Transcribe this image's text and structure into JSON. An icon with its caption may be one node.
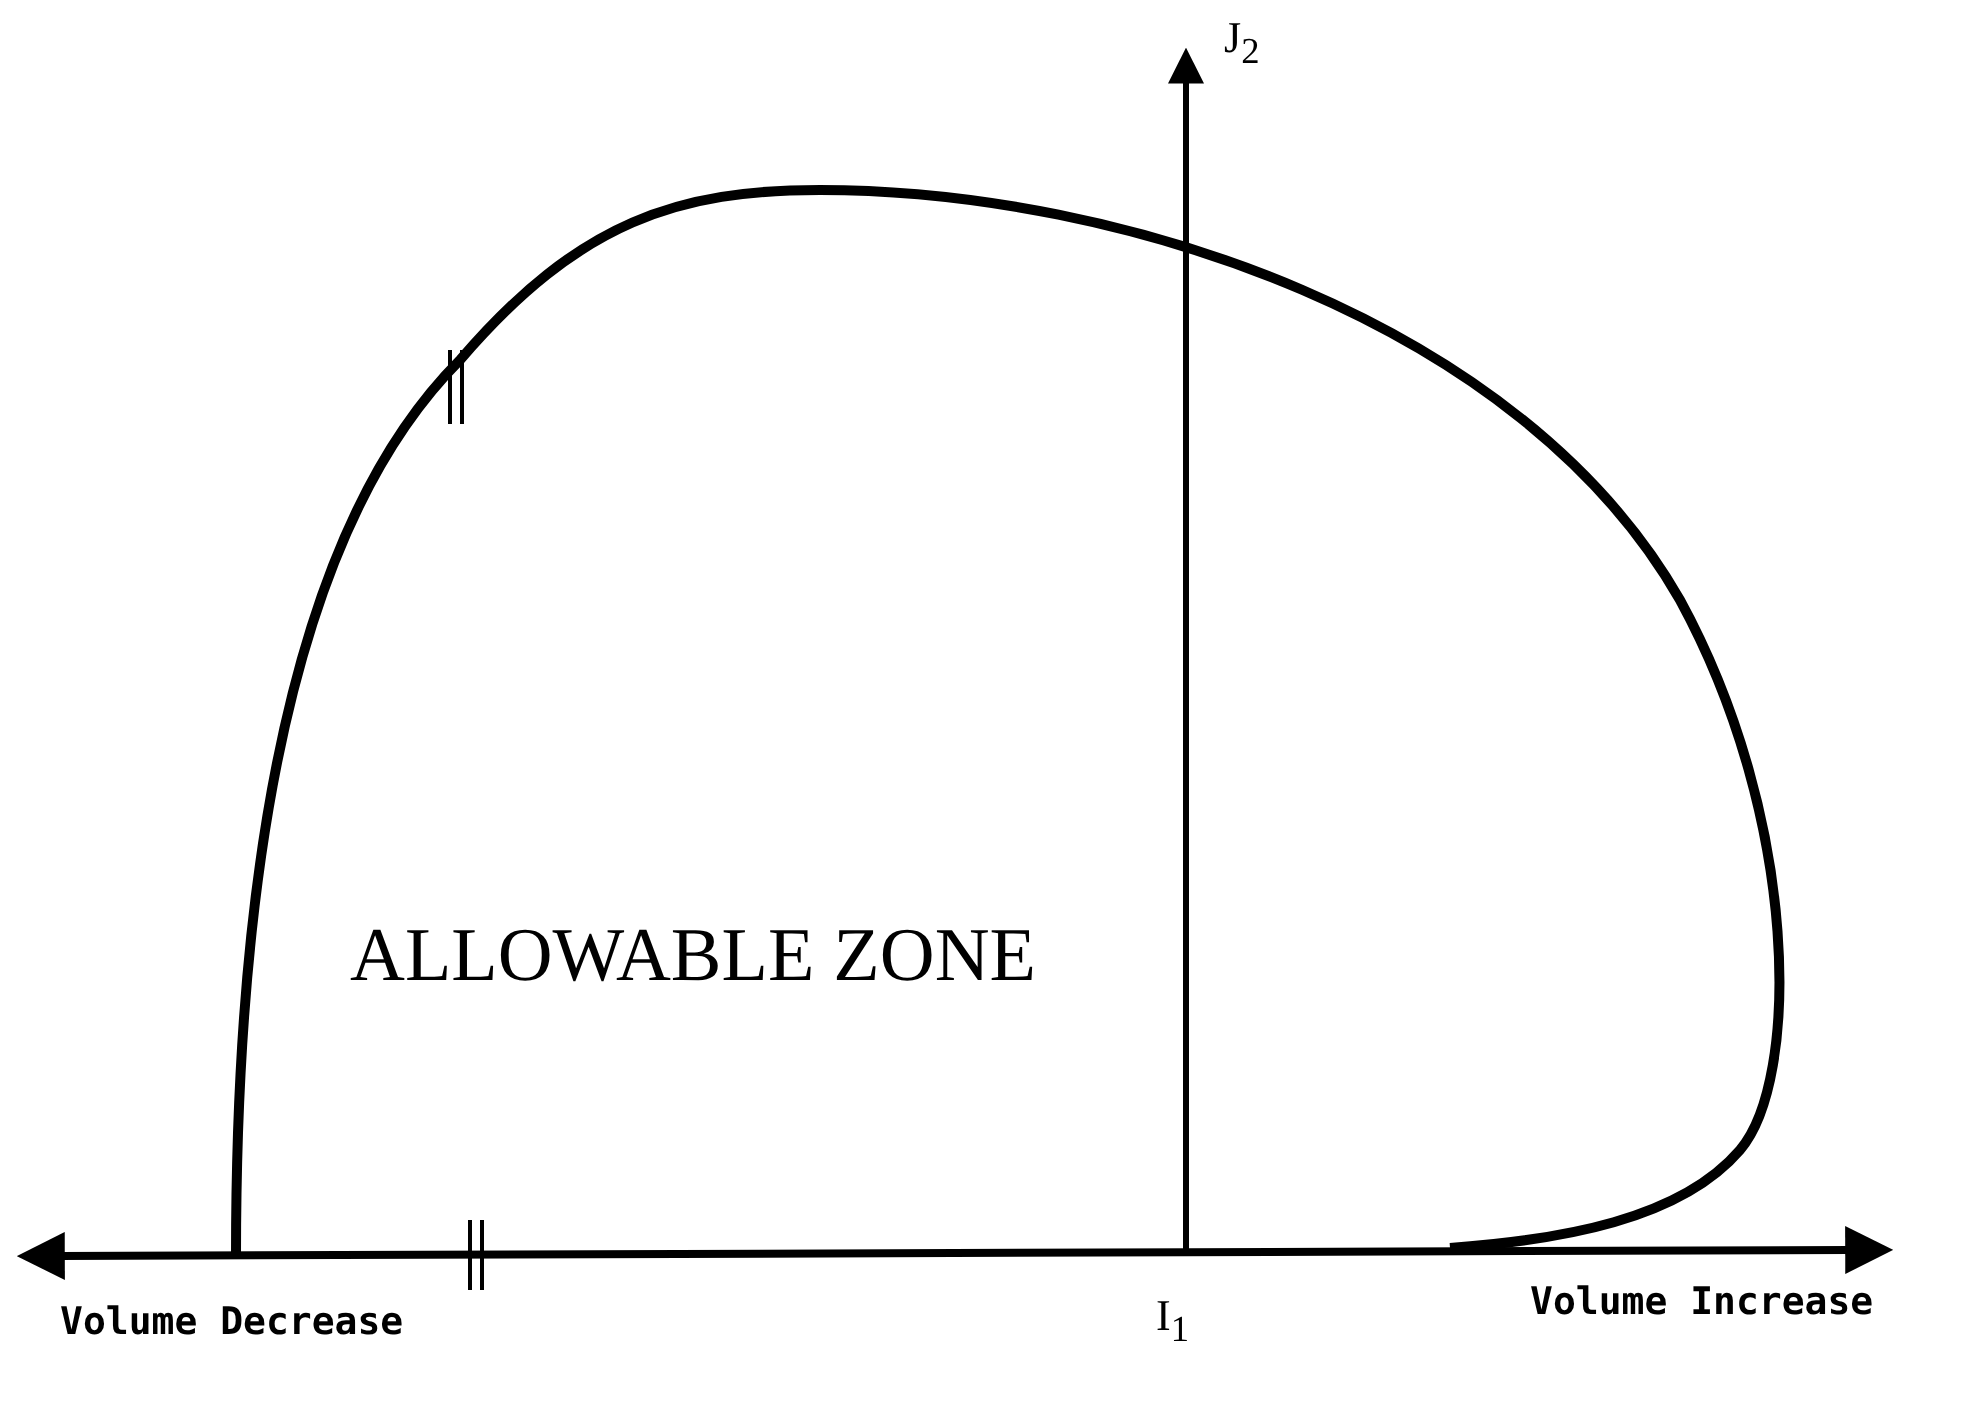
{
  "diagram": {
    "labels": [
      "J$_{2}$",
      "ALLOWABLE ZONE",
      "I$_{1}$",
      "Volume Decrease",
      "Volume Increase"
    ]
  }
}
